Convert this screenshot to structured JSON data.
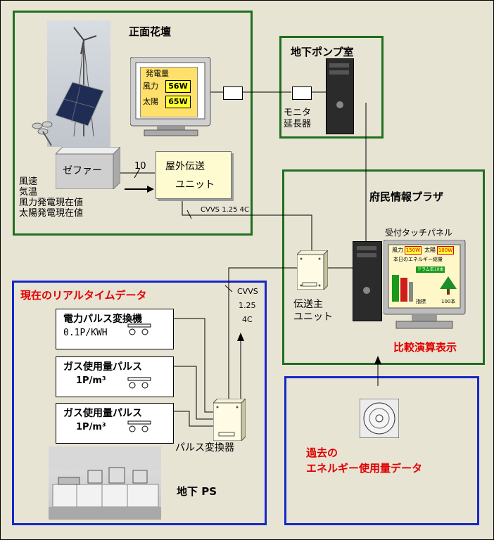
{
  "groups": {
    "front": {
      "title": "正面花壇"
    },
    "pump": {
      "title": "地下ポンプ室"
    },
    "plaza": {
      "title": "府民情報プラザ"
    },
    "realtime": {
      "title": "現在のリアルタイムデータ"
    },
    "past": {
      "title": "過去の\nエネルギー使用量データ"
    }
  },
  "front": {
    "zephyr": "ゼファー",
    "outdoor_unit": [
      "屋外伝送",
      "ユニット"
    ],
    "signals": [
      "風速",
      "気温",
      "風力発電現在値",
      "太陽発電現在値"
    ],
    "bus_count": "10",
    "cable": "CVVS 1.25 4C",
    "display": {
      "heading": "発電量",
      "rows": [
        {
          "label": "風力",
          "value": "56W"
        },
        {
          "label": "太陽",
          "value": "65W"
        }
      ]
    }
  },
  "pump": {
    "extender": [
      "モニタ",
      "延長器"
    ]
  },
  "plaza": {
    "touch_panel": "受付タッチパネル",
    "main_unit": [
      "伝送主",
      "ユニット"
    ],
    "compare": "比較演算表示",
    "screen": {
      "wind_label": "風力",
      "wind_value": "150W",
      "solar_label": "太陽",
      "solar_value": "100W",
      "today": "本日のエネルギー総量",
      "tree": "ドラム缶10本",
      "flag": "指標",
      "trees": "100本"
    }
  },
  "realtime": {
    "cable": [
      "CVVS",
      "1.25",
      "4C"
    ],
    "pulse_devices": [
      {
        "name": "電力パルス変換機",
        "rate": "0.1P/KWH"
      },
      {
        "name": "ガス使用量パルス",
        "rate": "1P/m³"
      },
      {
        "name": "ガス使用量パルス",
        "rate": "1P/m³"
      }
    ],
    "converter": "パルス変換器",
    "room": "地下 PS"
  },
  "colors": {
    "green": "#1f6f1f",
    "blue": "#1428c8",
    "red": "#e00000",
    "bg": "#e8e4d4"
  }
}
